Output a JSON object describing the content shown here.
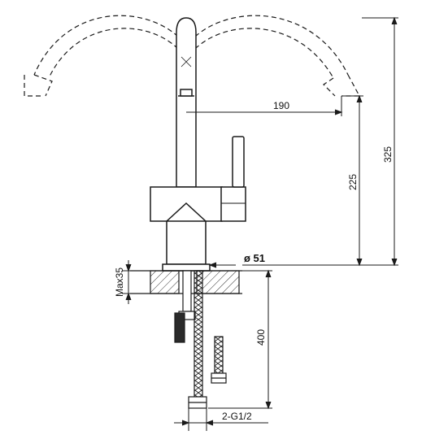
{
  "dimensions": {
    "reach": "190",
    "total_height": "325",
    "spout_height": "225",
    "base_diameter": "ø 51",
    "max_thickness": "Max35",
    "hose_length": "400",
    "connection": "2-G1/2"
  },
  "colors": {
    "line": "#1a1a1a",
    "hatch": "#333333",
    "background": "#ffffff"
  }
}
